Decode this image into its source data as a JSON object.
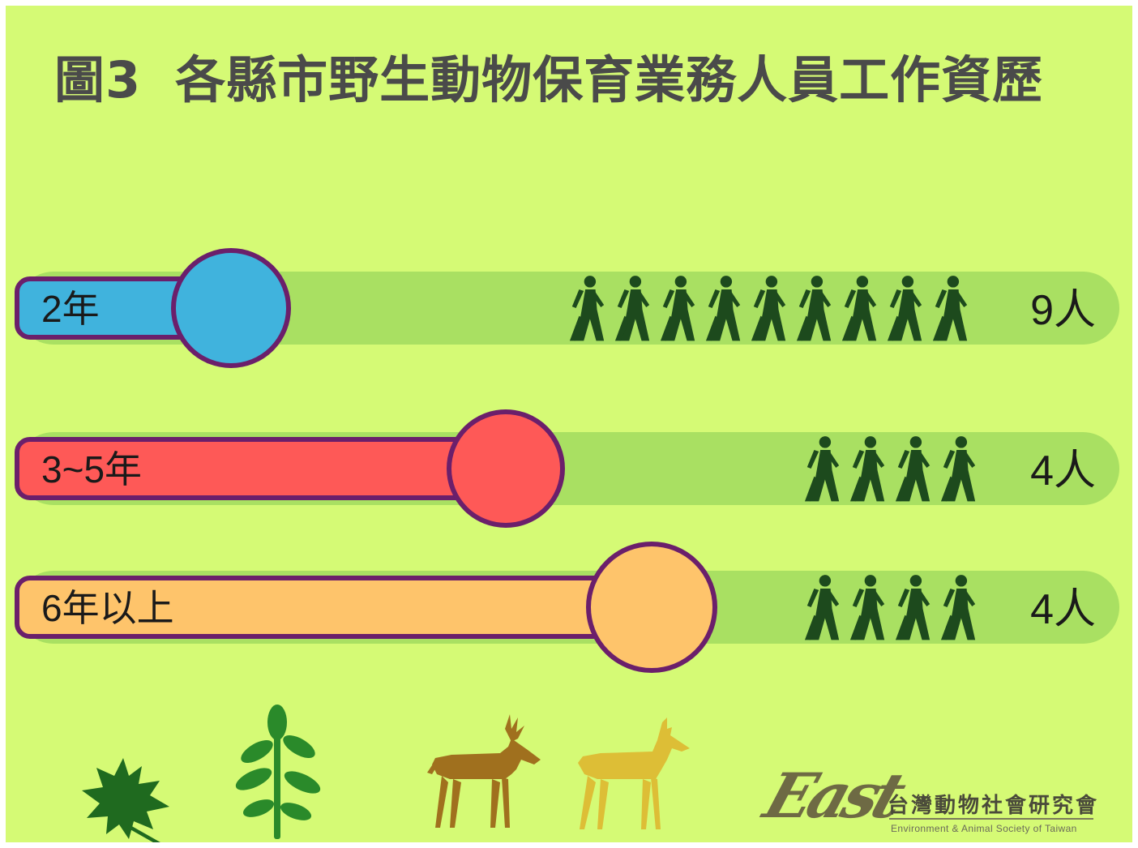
{
  "title": {
    "number": "圖3",
    "text": "各縣市野生動物保育業務人員工作資歷"
  },
  "chart_data": {
    "type": "bar",
    "title": "圖3 各縣市野生動物保育業務人員工作資歷",
    "categories": [
      "2年",
      "3~5年",
      "6年以上"
    ],
    "values": [
      9,
      4,
      4
    ],
    "value_labels": [
      "9人",
      "4人",
      "4人"
    ],
    "unit": "人",
    "colors": [
      "#40b3dd",
      "#fe5957",
      "#fec46b"
    ],
    "icon": "walking-person-icon",
    "legend": "none",
    "grid": false
  },
  "colors": {
    "background": "#d5fa75",
    "track": "#a9e062",
    "outline": "#6b1f6b",
    "icon": "#1d4a1d",
    "title": "#4a4a4a"
  },
  "decorations": [
    "maple-leaf-icon",
    "sapling-icon",
    "stag-deer-icon",
    "doe-deer-icon"
  ],
  "logo": {
    "mark": "East",
    "org_name": "台灣動物社會研究會",
    "org_english": "Environment & Animal Society of Taiwan"
  }
}
